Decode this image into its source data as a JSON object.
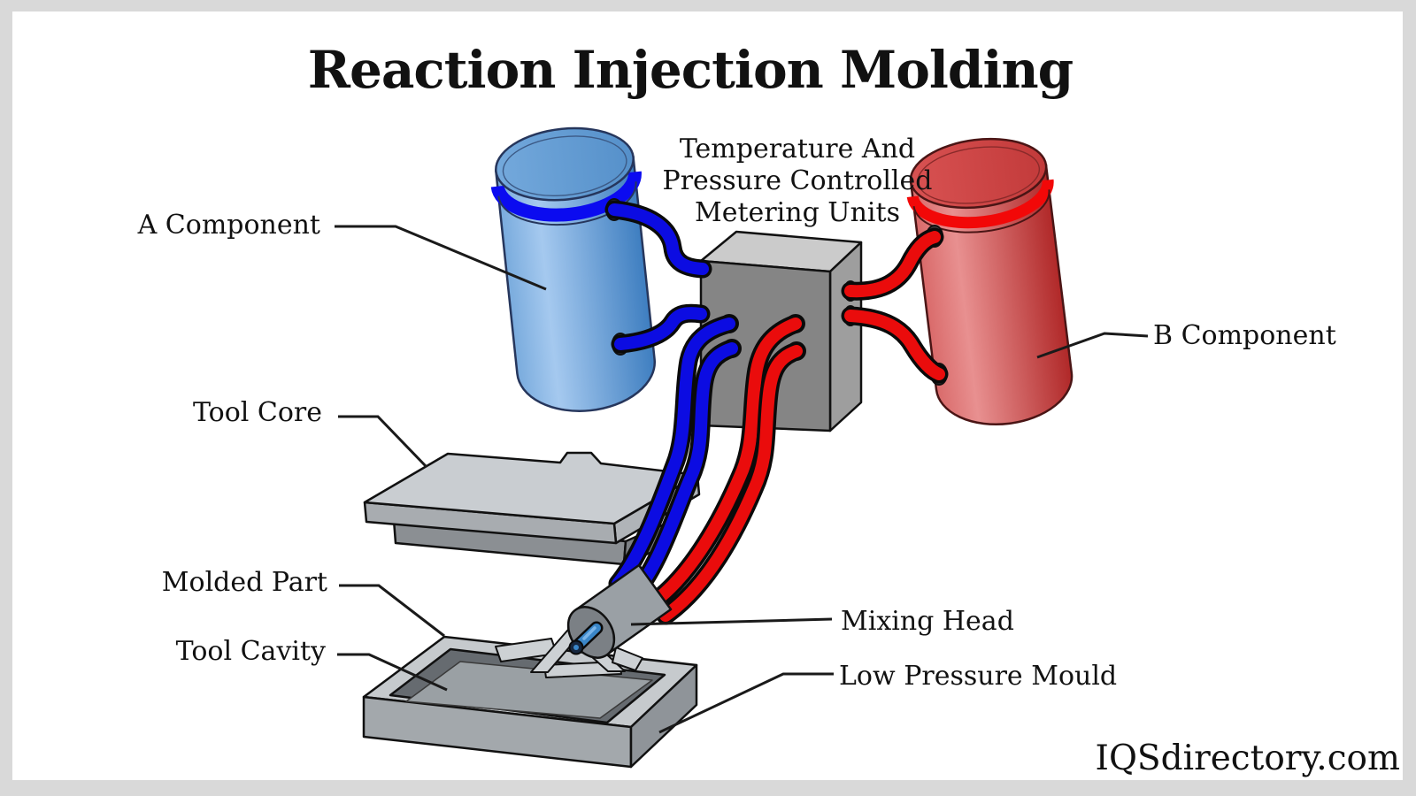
{
  "title": "Reaction Injection Molding",
  "watermark": "IQSdirectory.com",
  "labels": {
    "a_component": "A Component",
    "b_component": "B Component",
    "metering_line1": "Temperature And",
    "metering_line2": "Pressure Controlled",
    "metering_line3": "Metering Units",
    "tool_core": "Tool Core",
    "molded_part": "Molded Part",
    "tool_cavity": "Tool Cavity",
    "mixing_head": "Mixing Head",
    "low_pressure_mould": "Low Pressure Mould"
  },
  "colors": {
    "component_a_blue": "#0c0ce2",
    "component_b_red": "#ea0c0c",
    "machine_gray": "#8a8a8a",
    "frame_gray": "#d9d9d9"
  }
}
